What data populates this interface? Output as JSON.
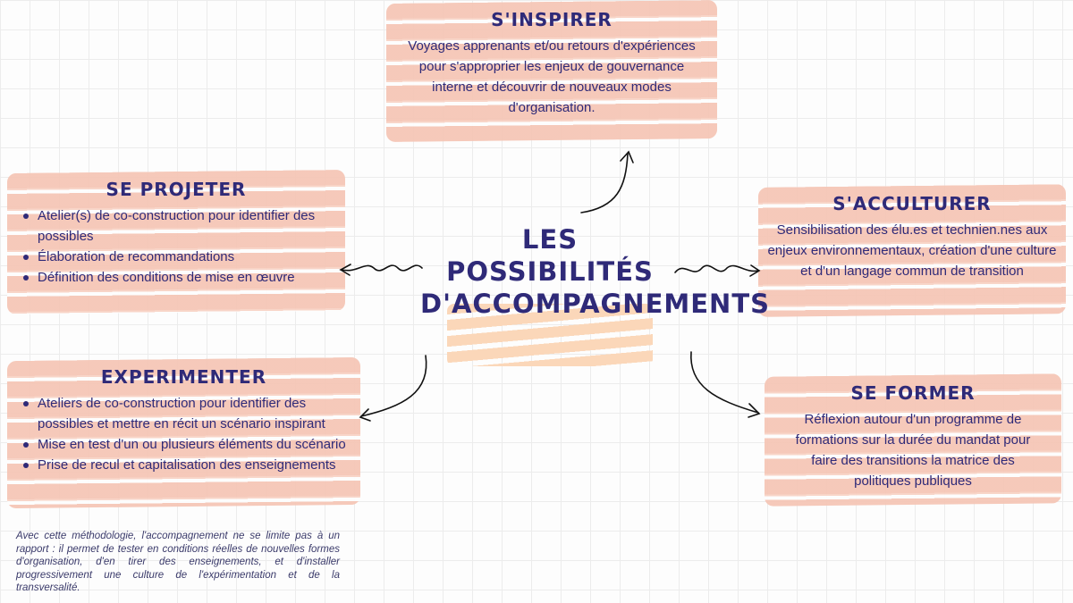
{
  "center_title": [
    "LES POSSIBILITÉS",
    "D'ACCOMPAGNEMENTS"
  ],
  "cards": {
    "inspirer": {
      "title": "S'INSPIRER",
      "text": "Voyages apprenants et/ou retours d'expériences pour s'approprier les enjeux de gouvernance interne et découvrir de nouveaux modes d'organisation."
    },
    "projeter": {
      "title": "SE PROJETER",
      "items": [
        "Atelier(s) de co-construction pour identifier des possibles",
        "Élaboration de recommandations",
        "Définition des conditions de mise en œuvre"
      ]
    },
    "acculturer": {
      "title": "S'ACCULTURER",
      "text": "Sensibilisation des élu.es et technien.nes aux enjeux environnementaux, création d'une culture et d'un langage commun de transition"
    },
    "experimenter": {
      "title": "EXPERIMENTER",
      "items": [
        "Ateliers de co-construction pour identifier des possibles et mettre en récit un scénario inspirant",
        "Mise en test d'un ou plusieurs éléments du scénario",
        "Prise de recul et capitalisation des enseignements"
      ]
    },
    "former": {
      "title": "SE FORMER",
      "text": "Réflexion autour d'un programme de formations sur la durée du mandat pour faire des transitions la matrice des politiques publiques"
    }
  },
  "footnote": "Avec cette méthodologie, l'accompagnement ne se limite pas à un rapport : il permet de tester en conditions réelles de nouvelles formes d'organisation, d'en tirer des enseignements, et d'installer progressivement une culture de l'expérimentation et de la transversalité.",
  "colors": {
    "text": "#2f2a78",
    "stripe": "#f5c6b6",
    "center_mark": "#fbd7b9"
  }
}
